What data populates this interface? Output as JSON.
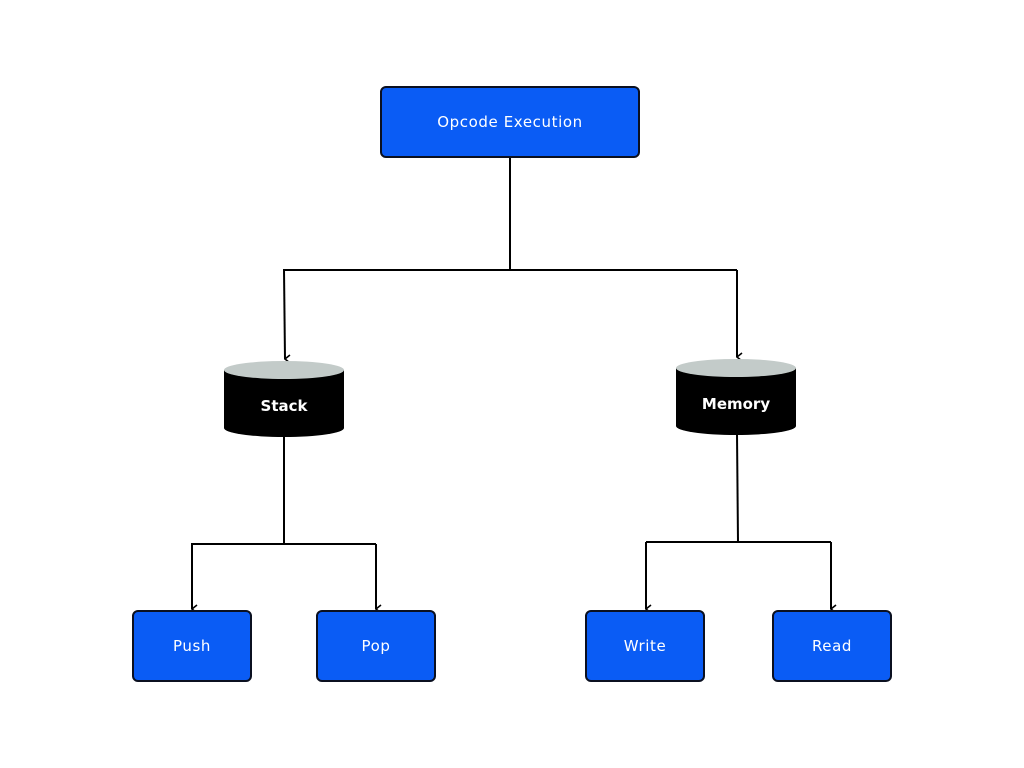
{
  "diagram": {
    "root": {
      "label": "Opcode Execution"
    },
    "stores": [
      {
        "label": "Stack"
      },
      {
        "label": "Memory"
      }
    ],
    "leaves": [
      {
        "label": "Push"
      },
      {
        "label": "Pop"
      },
      {
        "label": "Write"
      },
      {
        "label": "Read"
      }
    ]
  },
  "colors": {
    "node_fill": "#0a5cf5",
    "node_border": "#0b1020",
    "store_body": "#000000",
    "store_top": "#c3cbc9",
    "edge": "#000000",
    "background": "#ffffff"
  }
}
